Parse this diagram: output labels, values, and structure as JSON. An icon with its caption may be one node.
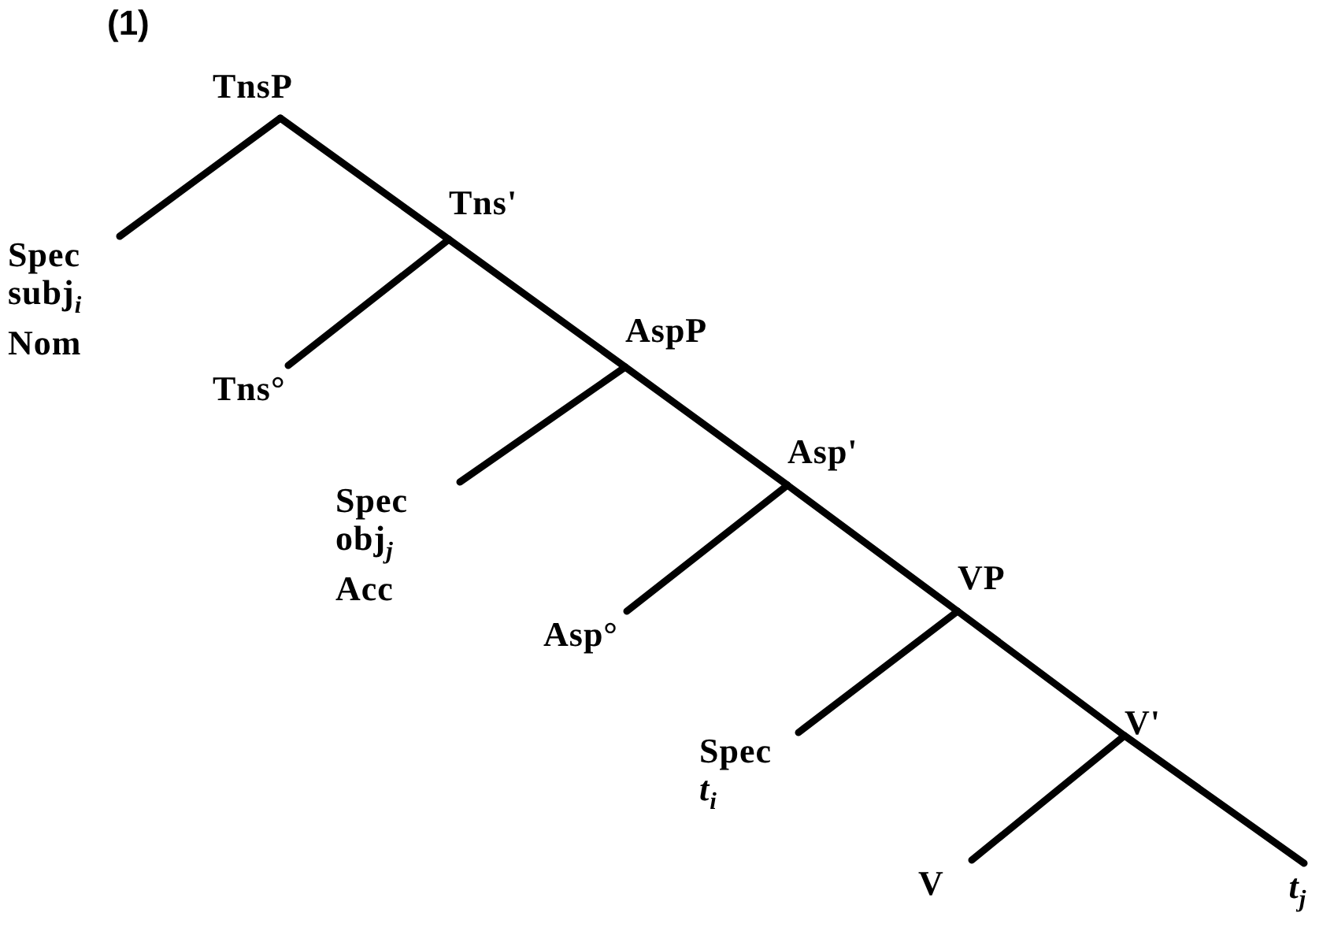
{
  "diagram": {
    "nodes": [
      {
        "text": [
          "TnsP"
        ]
      },
      {
        "text": [
          "Spec",
          "subj$_{i}$",
          "Nom"
        ]
      },
      {
        "text": [
          "Tns'"
        ]
      },
      {
        "text": [
          "Tns°"
        ]
      },
      {
        "text": [
          "AspP"
        ]
      },
      {
        "text": [
          "Spec",
          "obj$_{j}$",
          "Acc"
        ]
      },
      {
        "text": [
          "Asp'"
        ]
      },
      {
        "text": [
          "Asp°"
        ]
      },
      {
        "text": [
          "VP"
        ]
      },
      {
        "text": [
          "Spec",
          "*t*$_{i}$"
        ]
      },
      {
        "text": [
          "V'"
        ]
      },
      {
        "text": [
          "V"
        ]
      },
      {
        "text": [
          "*t*$_{j}$"
        ]
      }
    ],
    "edges": [
      {
        "from": 0,
        "to": 1,
        "arrow": "none"
      },
      {
        "from": 0,
        "to": 2,
        "arrow": "none"
      },
      {
        "from": 2,
        "to": 3,
        "arrow": "none"
      },
      {
        "from": 2,
        "to": 4,
        "arrow": "none"
      },
      {
        "from": 4,
        "to": 5,
        "arrow": "none"
      },
      {
        "from": 4,
        "to": 6,
        "arrow": "none"
      },
      {
        "from": 6,
        "to": 7,
        "arrow": "none"
      },
      {
        "from": 6,
        "to": 8,
        "arrow": "none"
      },
      {
        "from": 8,
        "to": 9,
        "arrow": "none"
      },
      {
        "from": 8,
        "to": 10,
        "arrow": "none"
      },
      {
        "from": 10,
        "to": 11,
        "arrow": "none"
      },
      {
        "from": 10,
        "to": 12,
        "arrow": "none"
      }
    ],
    "labels": [
      "(1)"
    ]
  }
}
